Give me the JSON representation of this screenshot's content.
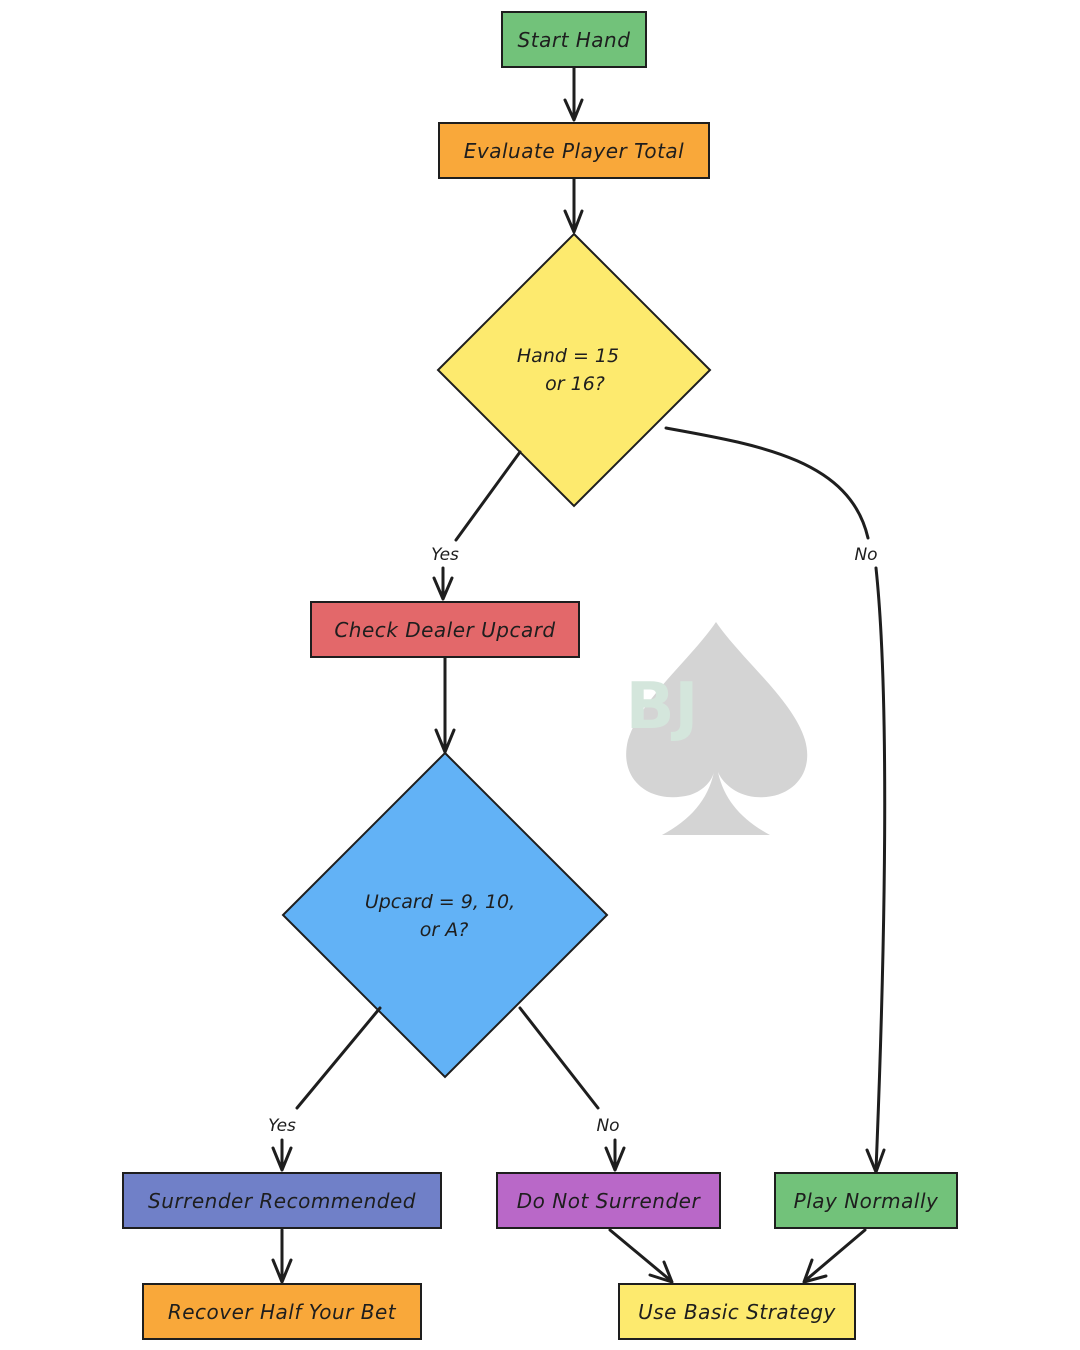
{
  "nodes": {
    "start": {
      "label": "Start Hand",
      "color": "#72c27a"
    },
    "evaluate": {
      "label": "Evaluate Player Total",
      "color": "#f9a83a"
    },
    "hand_decision": {
      "line1": "Hand = 15",
      "line2": "or 16?",
      "color": "#fdea6e"
    },
    "check_dealer": {
      "label": "Check Dealer Upcard",
      "color": "#e3686a"
    },
    "upcard_decision": {
      "line1": "Upcard = 9, 10,",
      "line2": "or A?",
      "color": "#62b2f6"
    },
    "surrender": {
      "label": "Surrender Recommended",
      "color": "#7080c8"
    },
    "recover": {
      "label": "Recover Half Your Bet",
      "color": "#f9a83a"
    },
    "do_not_surrender": {
      "label": "Do Not Surrender",
      "color": "#b968c8"
    },
    "play_normally": {
      "label": "Play Normally",
      "color": "#72c27a"
    },
    "basic_strategy": {
      "label": "Use Basic Strategy",
      "color": "#fdea6e"
    }
  },
  "edge_labels": {
    "hand_yes": "Yes",
    "hand_no": "No",
    "upcard_yes": "Yes",
    "upcard_no": "No"
  },
  "watermark": {
    "text": "BJ",
    "text_color": "#d4e6dc",
    "spade_color": "#d4d4d4"
  }
}
